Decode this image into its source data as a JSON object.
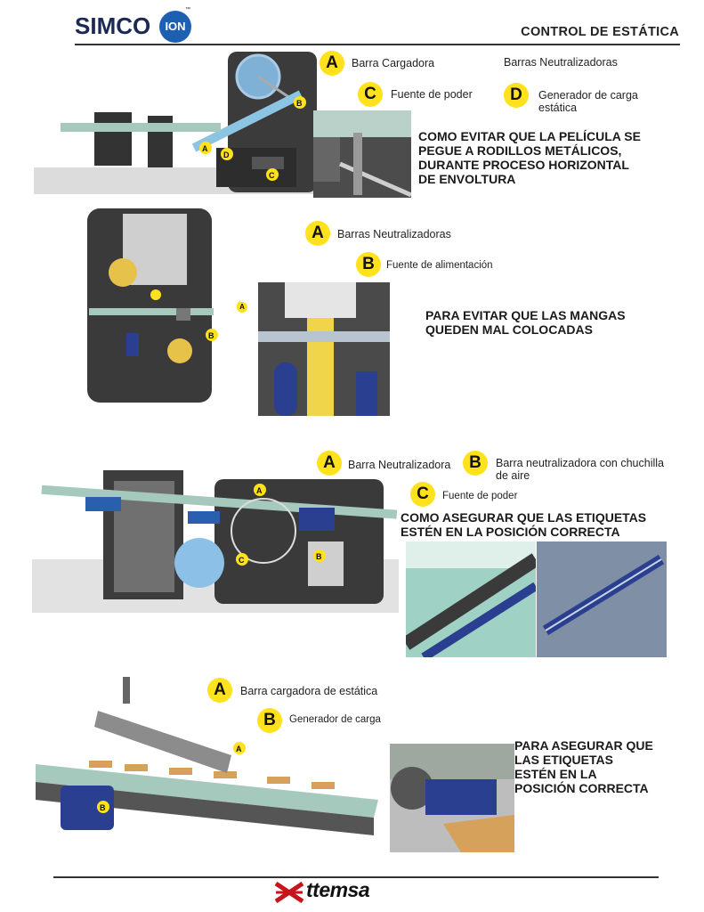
{
  "header": {
    "logo_text": "SIMCO",
    "logo_badge": "ION",
    "logo_tm": "™",
    "title": "CONTROL DE ESTÁTICA"
  },
  "section1": {
    "labels": {
      "a_letter": "A",
      "a_text": "Barra Cargadora",
      "top_right_text": "Barras Neutralizadoras",
      "c_letter": "C",
      "c_text": "Fuente de poder",
      "d_letter": "D",
      "d_text": "Generador de carga estática"
    },
    "heading_lines": [
      "COMO EVITAR QUE LA PELÍCULA SE",
      "PEGUE A RODILLOS METÁLICOS,",
      "DURANTE PROCESO HORIZONTAL",
      "DE ENVOLTURA"
    ],
    "markers": [
      "A",
      "D",
      "B",
      "C"
    ]
  },
  "section2": {
    "labels": {
      "a_letter": "A",
      "a_text": "Barras Neutralizadoras",
      "b_letter": "B",
      "b_text": "Fuente de alimentación"
    },
    "heading_lines": [
      "PARA EVITAR QUE LAS MANGAS",
      "QUEDEN MAL COLOCADAS"
    ],
    "markers": [
      "A",
      "B",
      "A"
    ]
  },
  "section3": {
    "labels": {
      "a_letter": "A",
      "a_text": "Barra Neutralizadora",
      "b_letter": "B",
      "b_text": "Barra neutralizadora con chuchilla de aire",
      "c_letter": "C",
      "c_text": "Fuente de poder"
    },
    "heading_lines": [
      "COMO ASEGURAR QUE LAS ETIQUETAS",
      "ESTÉN EN LA POSICIÓN CORRECTA"
    ],
    "markers": [
      "A",
      "C",
      "B"
    ]
  },
  "section4": {
    "labels": {
      "a_letter": "A",
      "a_text": "Barra cargadora de estática",
      "b_letter": "B",
      "b_text": "Generador de carga"
    },
    "heading_lines": [
      "PARA ASEGURAR QUE",
      "LAS ETIQUETAS",
      "ESTÉN EN LA",
      "POSICIÓN CORRECTA"
    ],
    "markers": [
      "A",
      "B"
    ]
  },
  "footer": {
    "logo_text": "ttemsa"
  },
  "colors": {
    "badge": "#ffe11c",
    "brand_blue": "#1b2a55",
    "machine_dark": "#3a3a3a",
    "conveyor": "#8fb3a2"
  }
}
